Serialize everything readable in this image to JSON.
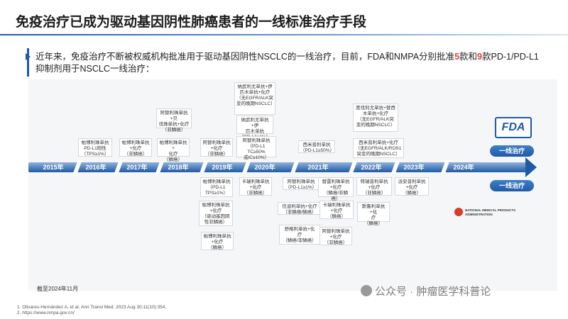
{
  "header": {
    "title": "免疫治疗已成为驱动基因阴性肺癌患者的一线标准治疗手段"
  },
  "intro": {
    "text_a": "近年来，免疫治疗不断被权威机构批准用于驱动基因阴性NSCLC的一线治疗，目前，FDA和NMPA分别批准",
    "num_fda": "5",
    "text_b": "款和",
    "num_nmpa": "9",
    "text_c": "款PD-1/PD-L1抑制剂用于NSCLC一线治疗："
  },
  "timeline": {
    "years": [
      "2015年",
      "2016年",
      "2017年",
      "2018年",
      "2019年",
      "2020年",
      "2021年",
      "2022年",
      "2023年",
      "2024年"
    ],
    "fda_cards": [
      "帕博利珠单抗\nPD-L1阳性\n（TPS≥1%）",
      "帕博利珠单抗\n+化疗\n（非鳞癌）",
      "阿替利珠单抗+贝\n伐珠单抗+化疗\n（非鳞癌）",
      "帕博利珠单抗+\n化疗\n（鳞癌）",
      "阿替利珠单抗\n+化疗\n（非鳞癌）",
      "纳武利尤单抗+伊\n匹木单抗+化疗\n（无EGFR/ALK突\n变的晚期NSCLC）",
      "纳武利尤单抗+伊\n匹木单抗\n（PD-L1≥1%）",
      "阿替利珠单抗\n（PD-L1 TC≥50%\n或IC≥10%）",
      "西米普利单抗\n（PD-L1≥50%）",
      "度伐利尤单抗+替西\n木单抗+化疗\n（无EGFR/ALK突\n变的晚期NSCLC）",
      "西米普利单抗+化疗\n（无EGFR/ALK/ROS1\n突变的晚期NSCLC）"
    ],
    "nmpa_cards": [
      "帕博利珠单抗\n（PD-L1\nTPS≥1%）",
      "帕博利珠单抗\n+化疗\n（驱动基因阴\n性非鳞癌）",
      "帕博利珠单抗\n+化疗\n（鳞癌）",
      "卡瑞利珠单抗\n+化疗\n（非鳞癌）",
      "阿替利珠单抗\n（PD-L1≥1%）",
      "信迪利单抗+化疗\n（非鳞癌/鳞癌）",
      "舒格利单抗+化\n疗\n（鳞癌/非鳞癌）",
      "替雷利珠单抗\n+化疗\n（鳞癌/非鳞癌）",
      "卡瑞利珠单抗\n+化疗\n（鳞癌）",
      "阿替利珠单抗\n+化疗\n（非鳞癌）",
      "特瑞普利单抗\n+化疗\n（非鳞癌）",
      "斯鲁利单抗+化\n疗\n（鳞癌）",
      "派安普利单抗\n+化疗\n（鳞癌）"
    ]
  },
  "legend": {
    "fda_logo": "FDA",
    "fda_pill": "一线治疗",
    "nmpa_pill": "一线治疗",
    "nmpa_name": "NATIONAL MEDICAL PRODUCTS ADMINISTRATION"
  },
  "footer": {
    "as_of": "截至2024年11月",
    "ref1": "1.  Olivares-Hernández A, et al. Ann Transl Med. 2023 Aug 30;11(10):354.",
    "ref2": "2.  https://www.nmpa.gov.cn/",
    "watermark": "公众号 · 肿瘤医学科普论"
  },
  "colors": {
    "accent": "#1f5aa6",
    "highlight": "#d64040"
  },
  "icons": {
    "bullet": "triangle-bullet-icon",
    "wechat": "wechat-icon"
  }
}
